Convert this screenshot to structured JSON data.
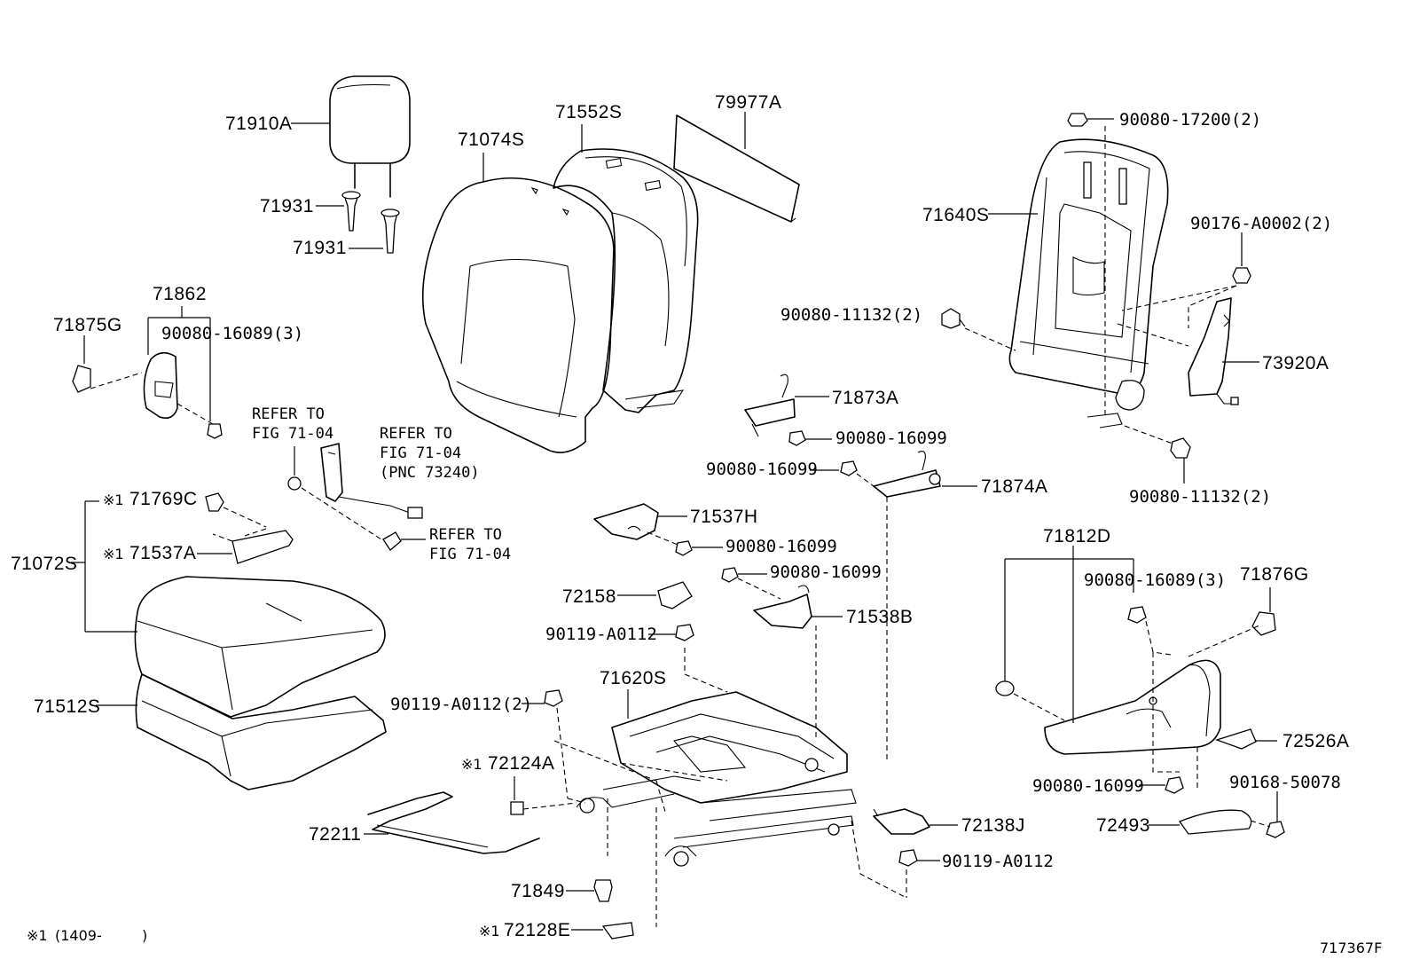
{
  "labels": {
    "p71910A": "71910A",
    "p71931a": "71931",
    "p71931b": "71931",
    "p71074S": "71074S",
    "p71552S": "71552S",
    "p79977A": "79977A",
    "p71640S": "71640S",
    "p90080_17200": "90080-17200(2)",
    "p90176_A0002": "90176-A0002(2)",
    "p90080_11132a": "90080-11132(2)",
    "p73920A": "73920A",
    "p90080_11132b": "90080-11132(2)",
    "p71862": "71862",
    "p71875G": "71875G",
    "p90080_16089a": "90080-16089(3)",
    "p71873A": "71873A",
    "p90080_16099a": "90080-16099",
    "p90080_16099b": "90080-16099",
    "p71874A": "71874A",
    "p71769C": "71769C",
    "p71072S": "71072S",
    "p71537A": "71537A",
    "p71537H": "71537H",
    "p90080_16099c": "90080-16099",
    "p90080_16099d": "90080-16099",
    "p72158": "72158",
    "p71538B": "71538B",
    "p90119_A0112a": "90119-A0112",
    "p71620S": "71620S",
    "p90119_A0112_2": "90119-A0112(2)",
    "p71512S": "71512S",
    "p72124A": "72124A",
    "p72211": "72211",
    "p71849": "71849",
    "p72128E": "72128E",
    "p72138J": "72138J",
    "p90119_A0112b": "90119-A0112",
    "p71812D": "71812D",
    "p90080_16089b": "90080-16089(3)",
    "p71876G": "71876G",
    "p72526A": "72526A",
    "p90080_16099e": "90080-16099",
    "p90168_50078": "90168-50078",
    "p72493": "72493"
  },
  "marks": {
    "m1": "※1",
    "m2": "※1",
    "m3": "※1",
    "m4": "※1"
  },
  "refs": {
    "r1_line1": "REFER TO",
    "r1_line2": "FIG 71-04",
    "r2_line1": "REFER TO",
    "r2_line2": "FIG 71-04",
    "r2_line3": "(PNC 73240)",
    "r3_line1": "REFER TO",
    "r3_line2": "FIG 71-04"
  },
  "footnote": {
    "mark": "※1",
    "text": "(1409-",
    "close": ")"
  },
  "figure_id": "717367F"
}
